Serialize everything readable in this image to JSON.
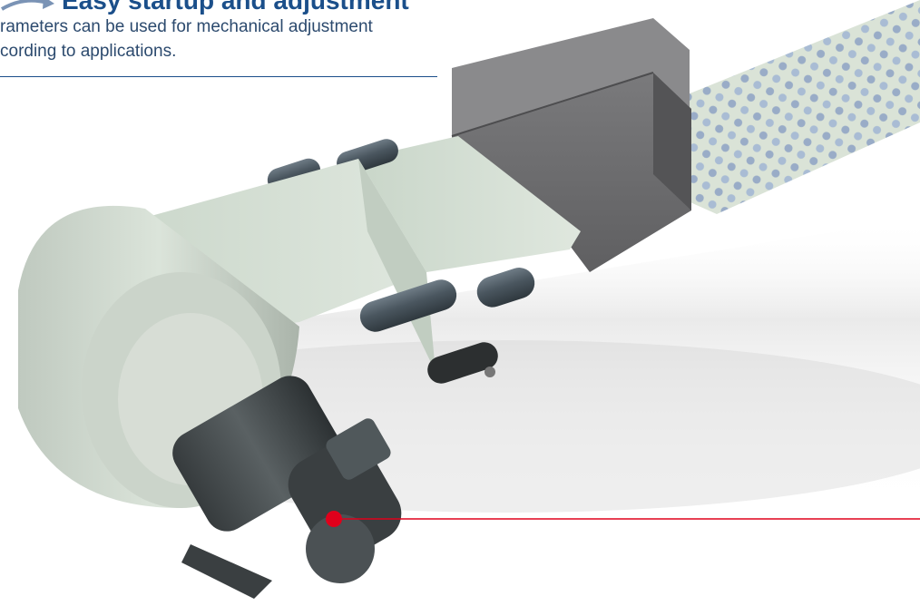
{
  "header": {
    "title": "Easy startup and adjustment",
    "description_lines": [
      "rameters can be used for mechanical adjustment",
      "cording to applications."
    ],
    "icon": "arrow-swoosh-icon",
    "title_color": "#1b4f8a",
    "text_color": "#2c4a6e"
  },
  "illustration": {
    "subject": "web-guide-roller-system",
    "callout_color": "#e0001b",
    "material_color": "#cfdccf",
    "housing_color": "#6d6d6f",
    "motor_color": "#3f4446"
  }
}
